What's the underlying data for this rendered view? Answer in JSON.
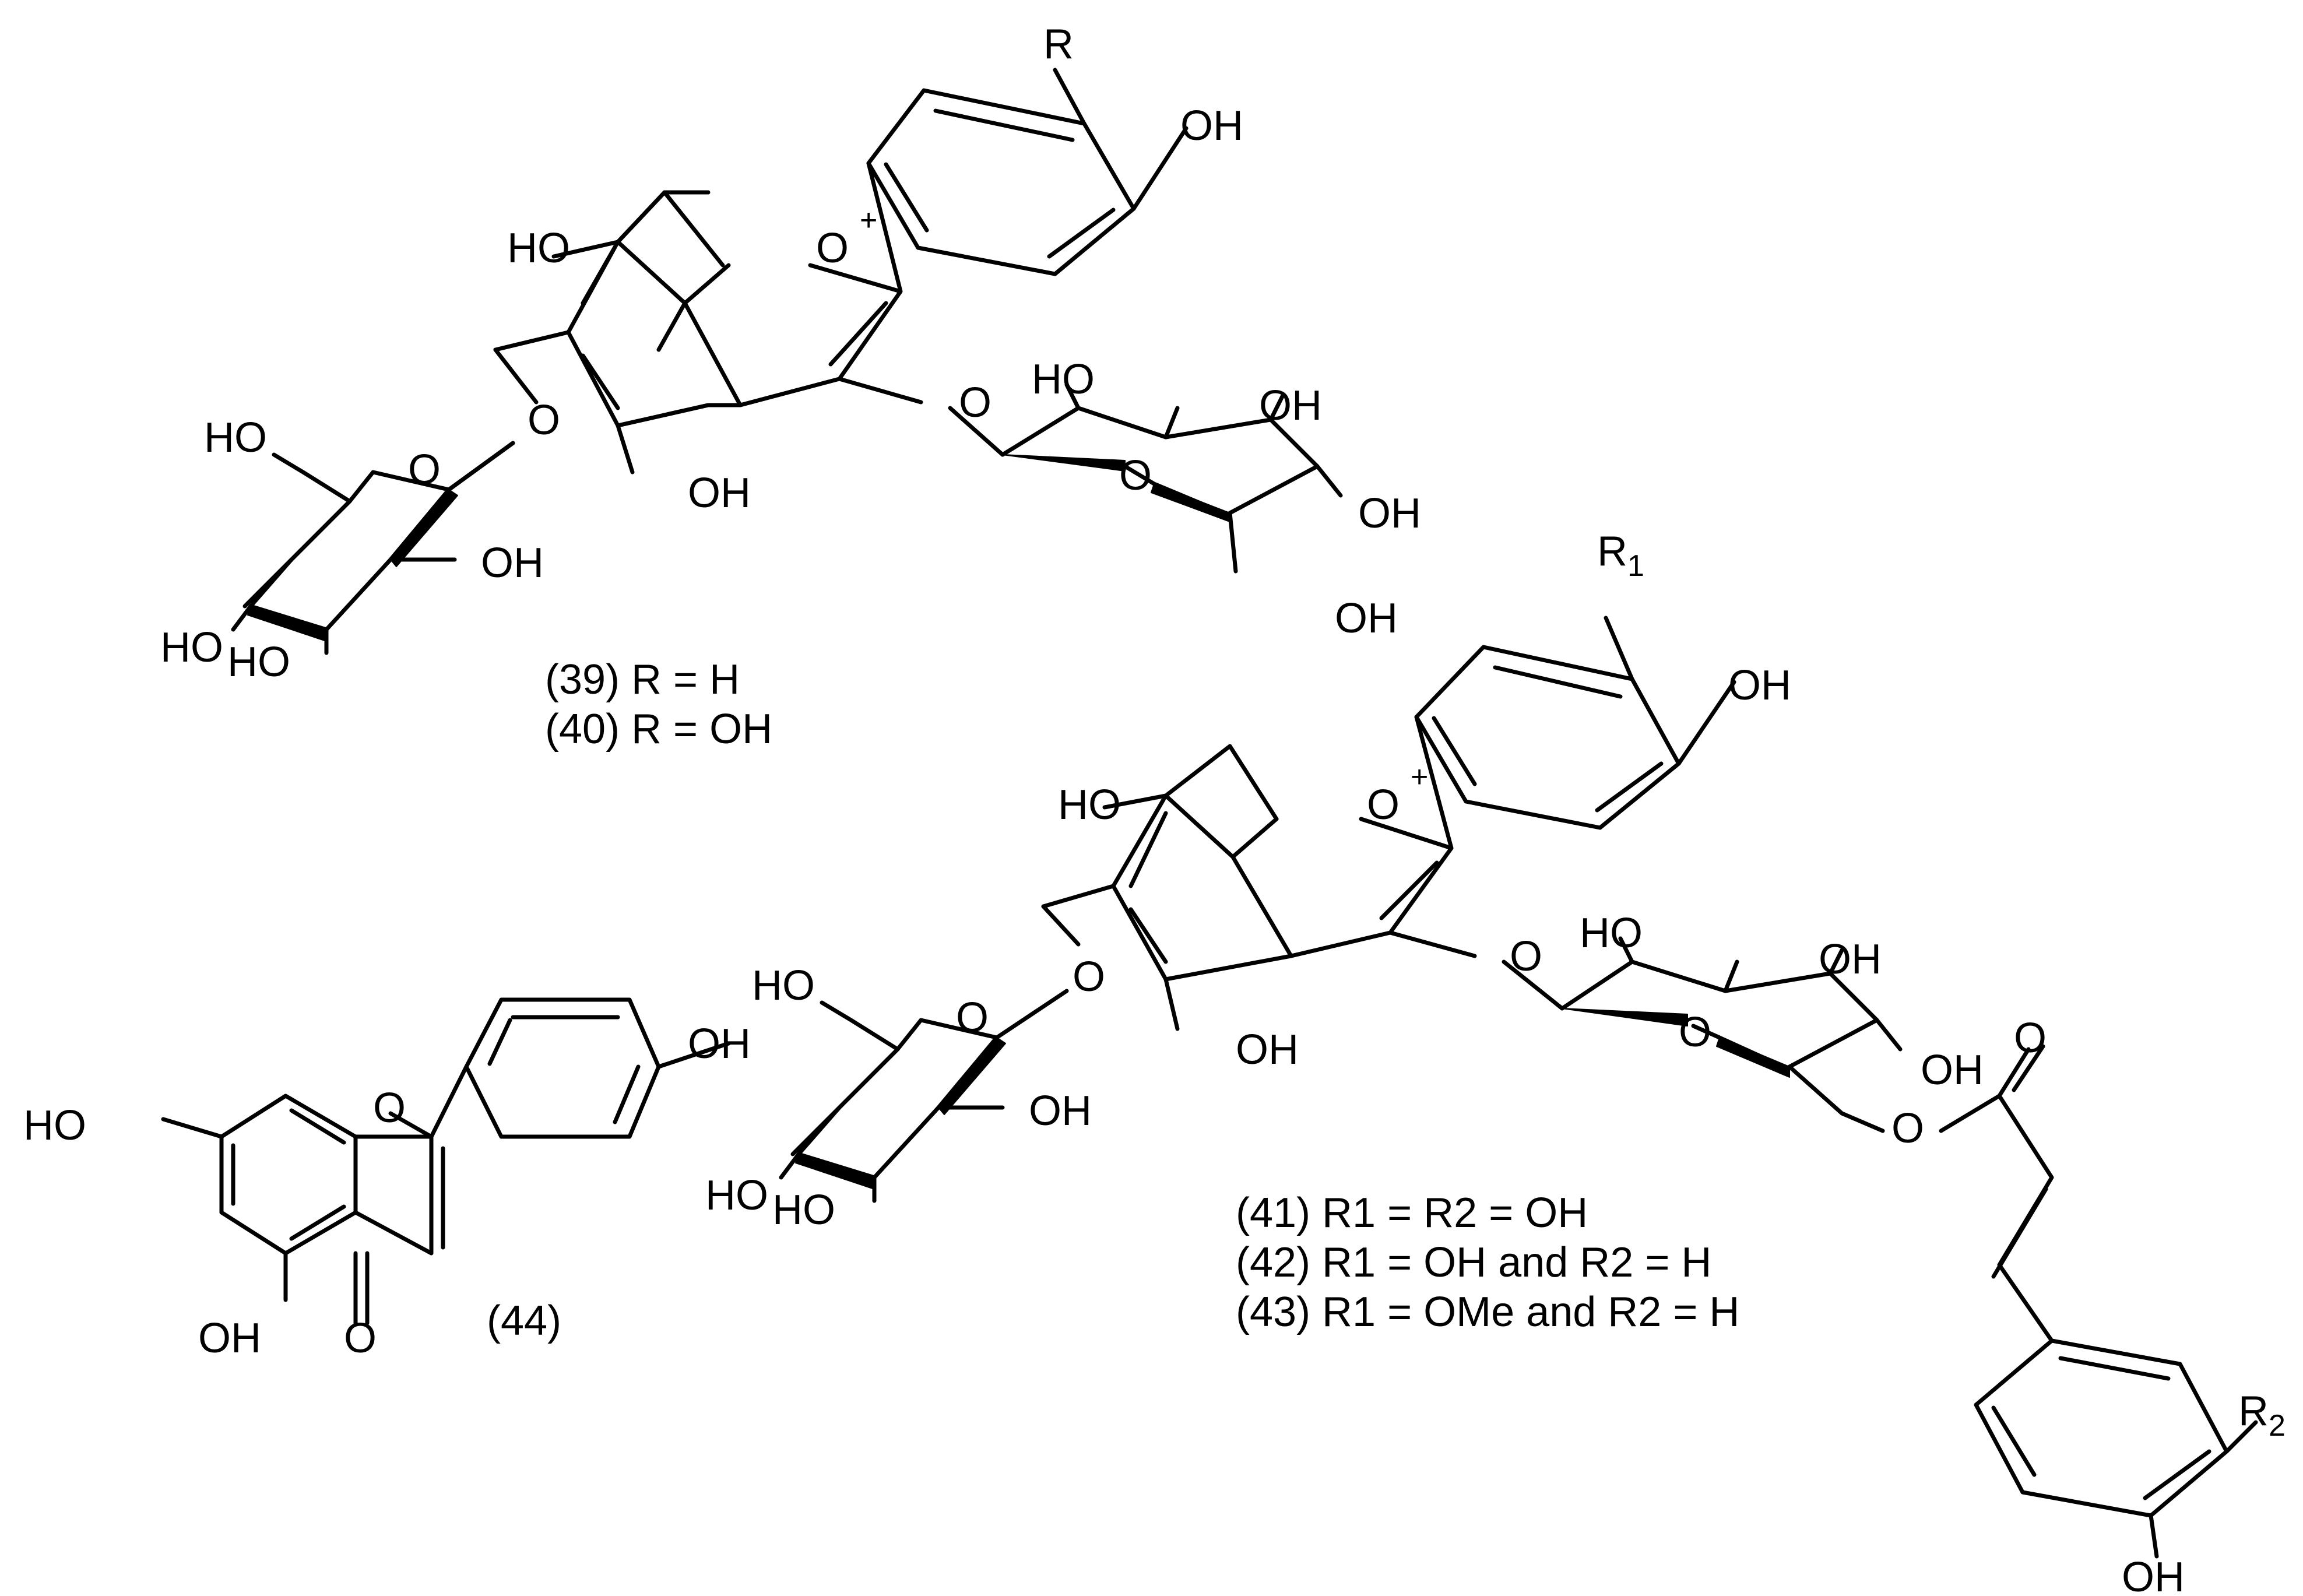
{
  "figure": {
    "atoms": {
      "r": "R",
      "r1": "R",
      "r1_sub": "1",
      "r2": "R",
      "r2_sub": "2",
      "oh": "OH",
      "ho": "HO",
      "o": "O",
      "o_plus": "O",
      "plus": "+"
    },
    "captions": {
      "c39": "(39) R = H",
      "c40": "(40) R = OH",
      "c41": "(41) R1 = R2 = OH",
      "c42": "(42) R1 = OH and R2 = H",
      "c43": "(43) R1 = OMe and R2 = H",
      "c44": "(44)"
    }
  }
}
